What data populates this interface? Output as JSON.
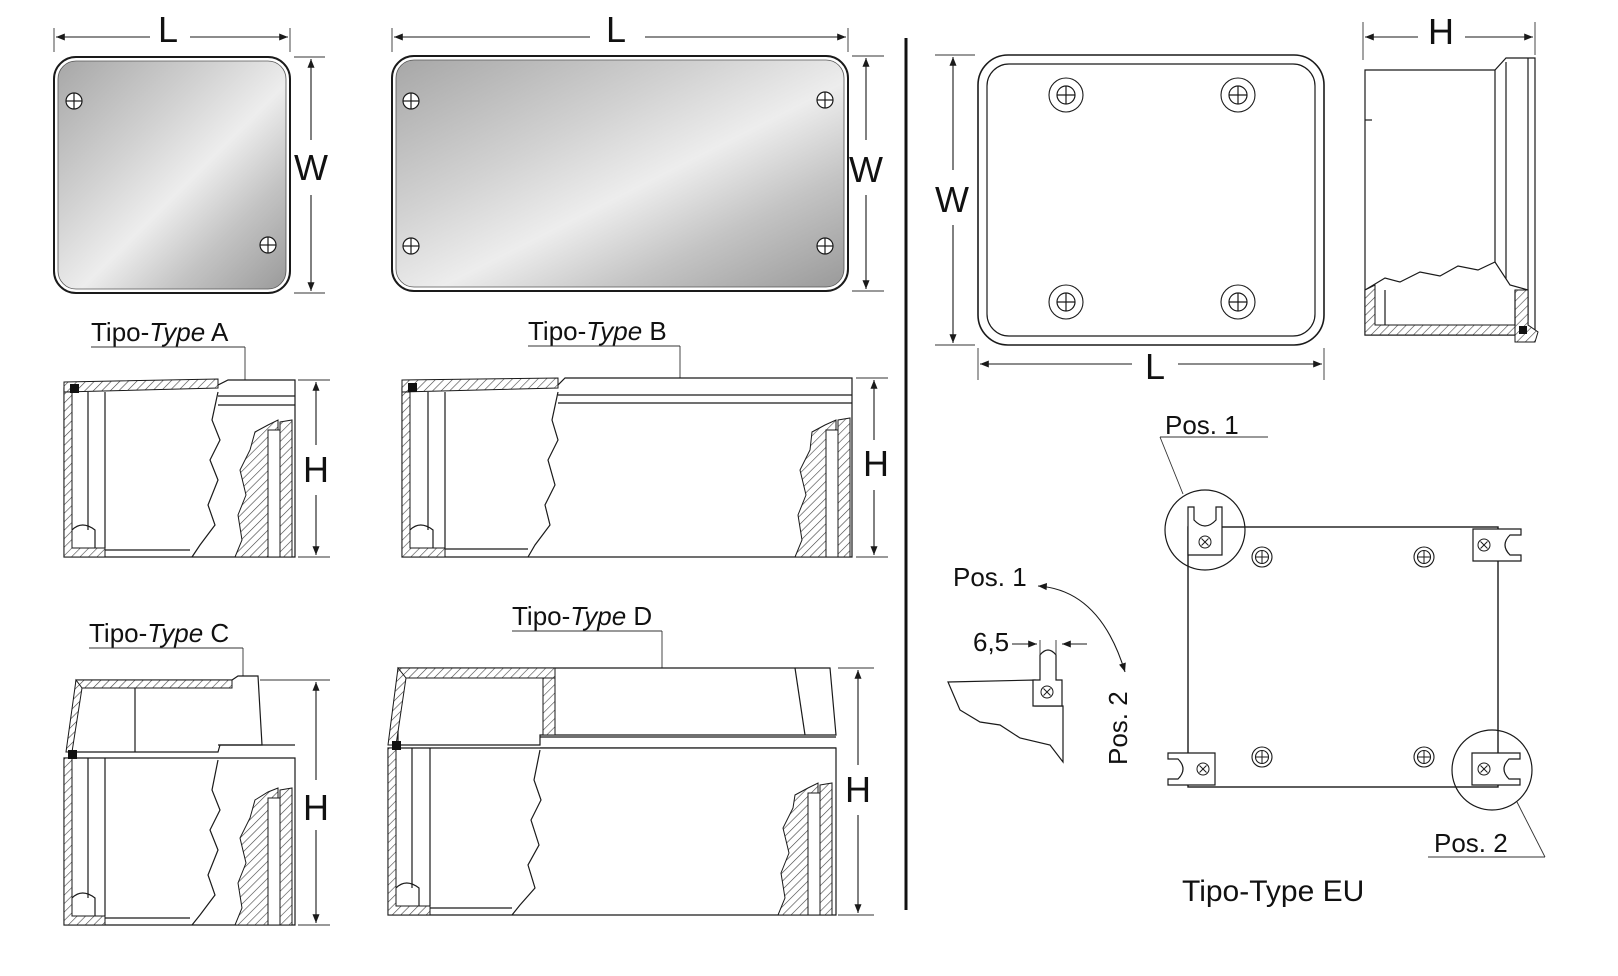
{
  "labels": {
    "L": "L",
    "W": "W",
    "H": "H",
    "tipo": "Tipo-",
    "type_word": "Type",
    "type_a": "A",
    "type_b": "B",
    "type_c": "C",
    "type_d": "D",
    "pos1": "Pos. 1",
    "pos2": "Pos. 2",
    "dim_65": "6,5",
    "type_eu": "Tipo-Type EU"
  },
  "colors": {
    "line": "#1a1a1a",
    "hatch": "#444444",
    "metal_light": "#e9e9e9",
    "metal_dark": "#9a9a9a"
  },
  "icons": {
    "screw": "crossed-circle-screw-icon",
    "mount_foot": "slotted-mounting-foot-icon",
    "seal": "gasket-seal-icon"
  }
}
